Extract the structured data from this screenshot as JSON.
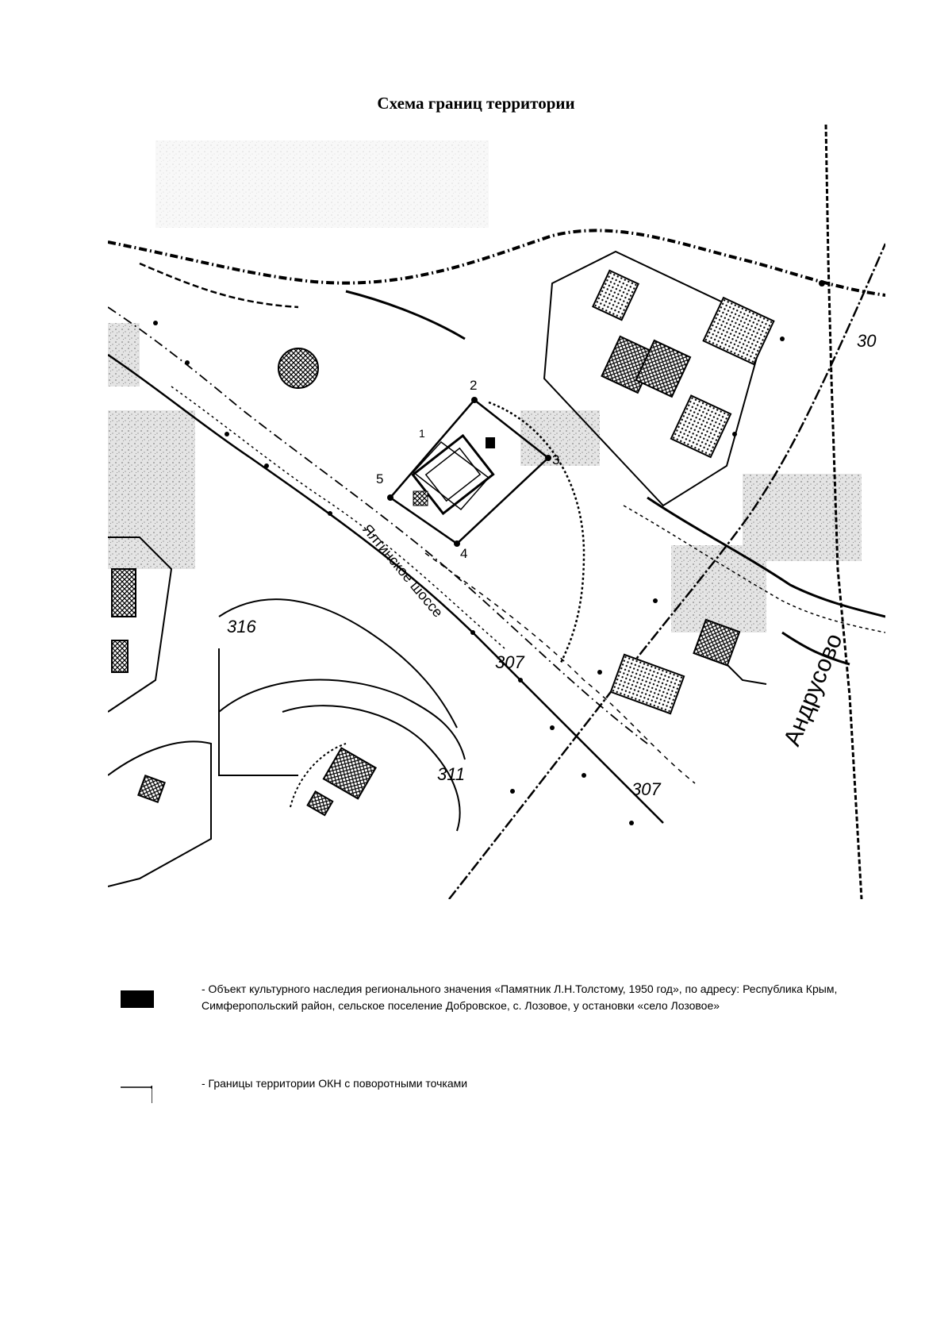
{
  "title": "Схема границ территории",
  "map": {
    "labels": {
      "road_name": "Ялтинское шоссе",
      "village_name": "Андрусово",
      "num_316": "316",
      "num_307a": "307",
      "num_307b": "307",
      "num_311": "311",
      "num_30": "30",
      "p1": "1",
      "p2": "2",
      "p3": "3",
      "p4": "4",
      "p5": "5"
    },
    "colors": {
      "ink": "#000000",
      "background": "#ffffff",
      "gray": "#9a9a9a"
    }
  },
  "legend": {
    "item1": "- Объект культурного наследия регионального значения «Памятник Л.Н.Толстому, 1950 год», по адресу: Республика Крым, Симферопольский район, сельское поселение Добровское, с. Лозовое, у остановки «село Лозовое»",
    "item2": "- Границы территории ОКН с поворотными точками"
  }
}
